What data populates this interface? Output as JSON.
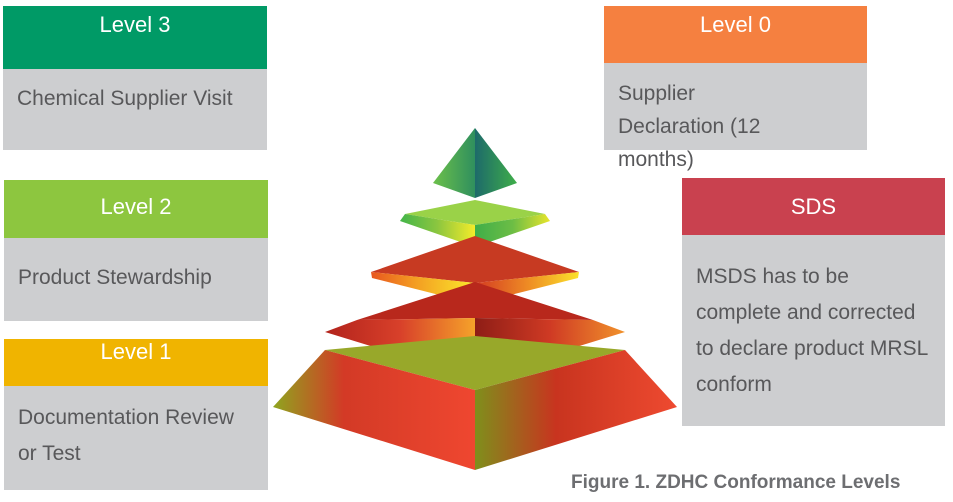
{
  "levels": [
    {
      "title": "Level 3",
      "text": "Chemical Supplier Visit",
      "color": "#009a66"
    },
    {
      "title": "Level 2",
      "text": "Product Stewardship",
      "color": "#8dc63f"
    },
    {
      "title": "Level 1",
      "text": "Documentation Review or Test",
      "color": "#f0b400"
    },
    {
      "title": "Level 0",
      "text": "Supplier Declaration (12 months)",
      "color": "#f58040"
    },
    {
      "title": "SDS",
      "text": "MSDS has to be complete and corrected to declare product MRSL conform",
      "color": "#c9414f"
    }
  ],
  "caption": "Figure 1. ZDHC Conformance Levels"
}
